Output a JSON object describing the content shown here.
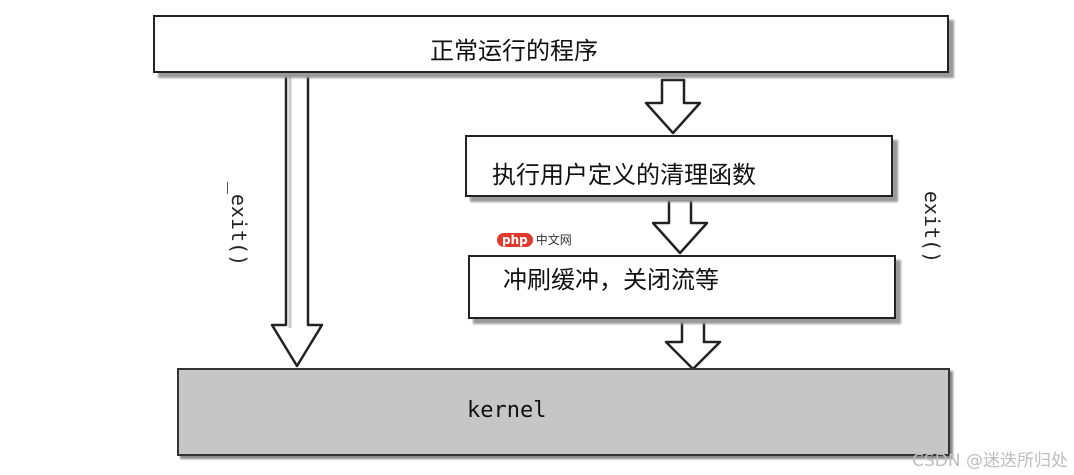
{
  "boxes": {
    "normal_program": "正常运行的程序",
    "user_cleanup": "执行用户定义的清理函数",
    "flush_close": "冲刷缓冲，关闭流等",
    "kernel": "kernel"
  },
  "paths": {
    "direct_exit": "_exit()",
    "exit": "exit()"
  },
  "watermarks": {
    "logo_tag": "php",
    "logo_text": "中文网",
    "credit": "CSDN @迷迭所归处"
  },
  "colors": {
    "kernel_fill": "#c6c6c6",
    "box_fill": "#ffffff",
    "logo_red": "#e23a2a"
  }
}
